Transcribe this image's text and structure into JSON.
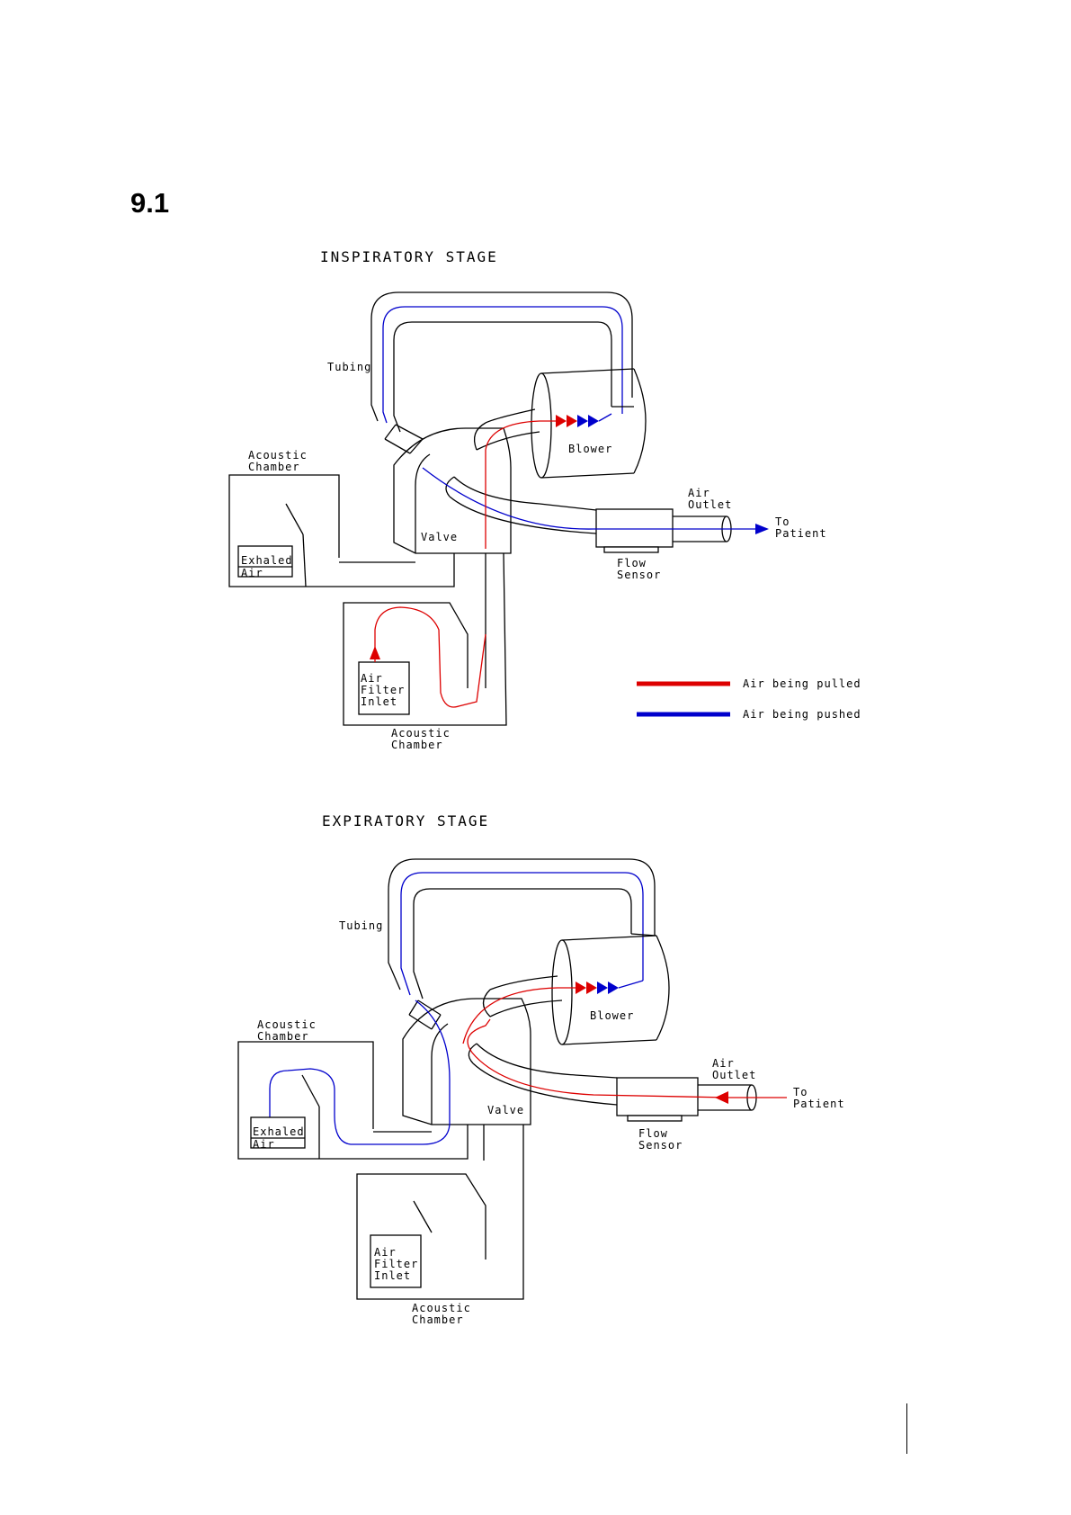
{
  "heading": "9.1",
  "colors": {
    "pulled": "#dd0000",
    "pushed": "#0000cc"
  },
  "inspiratory": {
    "title": "INSPIRATORY STAGE",
    "labels": {
      "tubing": "Tubing",
      "acoustic_chamber_top": [
        "Acoustic",
        "Chamber"
      ],
      "blower": "Blower",
      "valve": "Valve",
      "exhaled_air": [
        "Exhaled",
        "Air"
      ],
      "air_outlet": [
        "Air",
        "Outlet"
      ],
      "to_patient": [
        "To",
        "Patient"
      ],
      "flow_sensor": [
        "Flow",
        "Sensor"
      ],
      "air_filter_inlet": [
        "Air",
        "Filter",
        "Inlet"
      ],
      "acoustic_chamber_bottom": [
        "Acoustic",
        "Chamber"
      ]
    },
    "legend": [
      {
        "label": "Air being pulled",
        "color": "#dd0000"
      },
      {
        "label": "Air being pushed",
        "color": "#0000cc"
      }
    ]
  },
  "expiratory": {
    "title": "EXPIRATORY STAGE",
    "labels": {
      "tubing": "Tubing",
      "acoustic_chamber_top": [
        "Acoustic",
        "Chamber"
      ],
      "blower": "Blower",
      "valve": "Valve",
      "exhaled_air": [
        "Exhaled",
        "Air"
      ],
      "air_outlet": [
        "Air",
        "Outlet"
      ],
      "to_patient": [
        "To",
        "Patient"
      ],
      "flow_sensor": [
        "Flow",
        "Sensor"
      ],
      "air_filter_inlet": [
        "Air",
        "Filter",
        "Inlet"
      ],
      "acoustic_chamber_bottom": [
        "Acoustic",
        "Chamber"
      ]
    }
  }
}
